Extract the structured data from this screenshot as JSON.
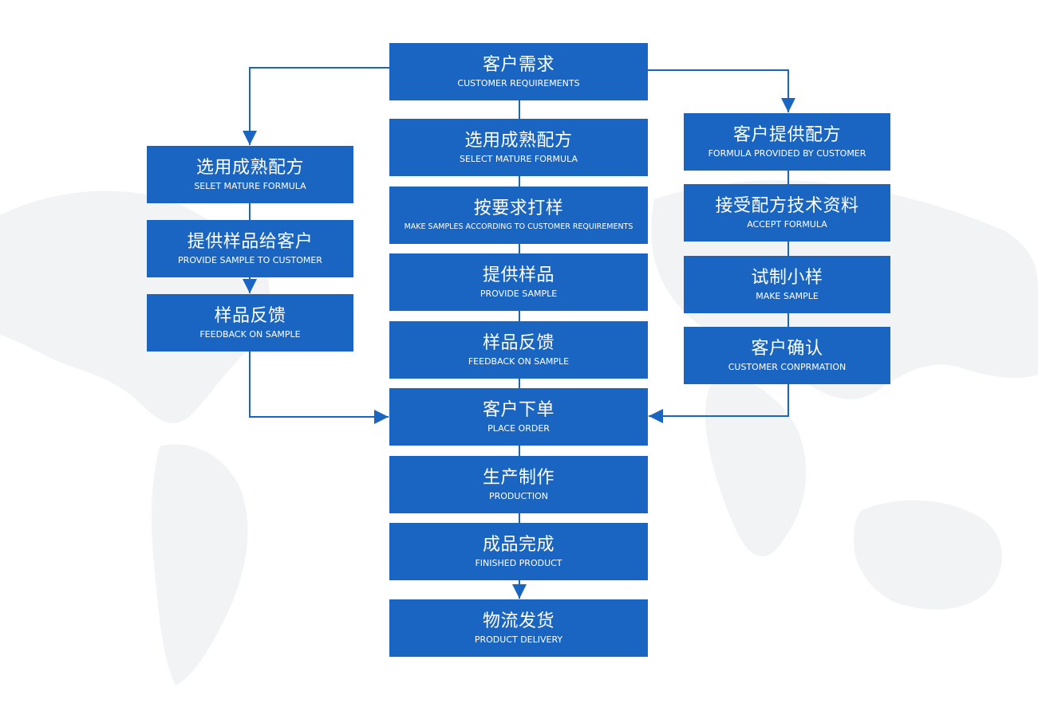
{
  "center": {
    "requirements": {
      "zh": "客户需求",
      "en": "CUSTOMER REQUIREMENTS"
    },
    "mature": {
      "zh": "选用成熟配方",
      "en": "SELECT MATURE FORMULA"
    },
    "make_samples": {
      "zh": "按要求打样",
      "en": "MAKE SAMPLES ACCORDING TO CUSTOMER REQUIREMENTS"
    },
    "provide_sample": {
      "zh": "提供样品",
      "en": "PROVIDE SAMPLE"
    },
    "feedback": {
      "zh": "样品反馈",
      "en": "FEEDBACK ON SAMPLE"
    },
    "order": {
      "zh": "客户下单",
      "en": "PLACE ORDER"
    },
    "production": {
      "zh": "生产制作",
      "en": "PRODUCTION"
    },
    "finished": {
      "zh": "成品完成",
      "en": "FINISHED PRODUCT"
    },
    "delivery": {
      "zh": "物流发货",
      "en": "PRODUCT DELIVERY"
    }
  },
  "left": {
    "mature": {
      "zh": "选用成熟配方",
      "en": "SELET MATURE FORMULA"
    },
    "provide": {
      "zh": "提供样品给客户",
      "en": "PROVIDE SAMPLE TO CUSTOMER"
    },
    "feedback": {
      "zh": "样品反馈",
      "en": "FEEDBACK ON SAMPLE"
    }
  },
  "right": {
    "provided": {
      "zh": "客户提供配方",
      "en": "FORMULA PROVIDED BY CUSTOMER"
    },
    "accept": {
      "zh": "接受配方技术资料",
      "en": "ACCEPT FORMULA"
    },
    "make": {
      "zh": "试制小样",
      "en": "MAKE SAMPLE"
    },
    "confirm": {
      "zh": "客户确认",
      "en": "CUSTOMER CONPRMATION"
    }
  },
  "colors": {
    "box": "#1b65c2",
    "line": "#1b65c2",
    "map": "#f2f3f5"
  }
}
